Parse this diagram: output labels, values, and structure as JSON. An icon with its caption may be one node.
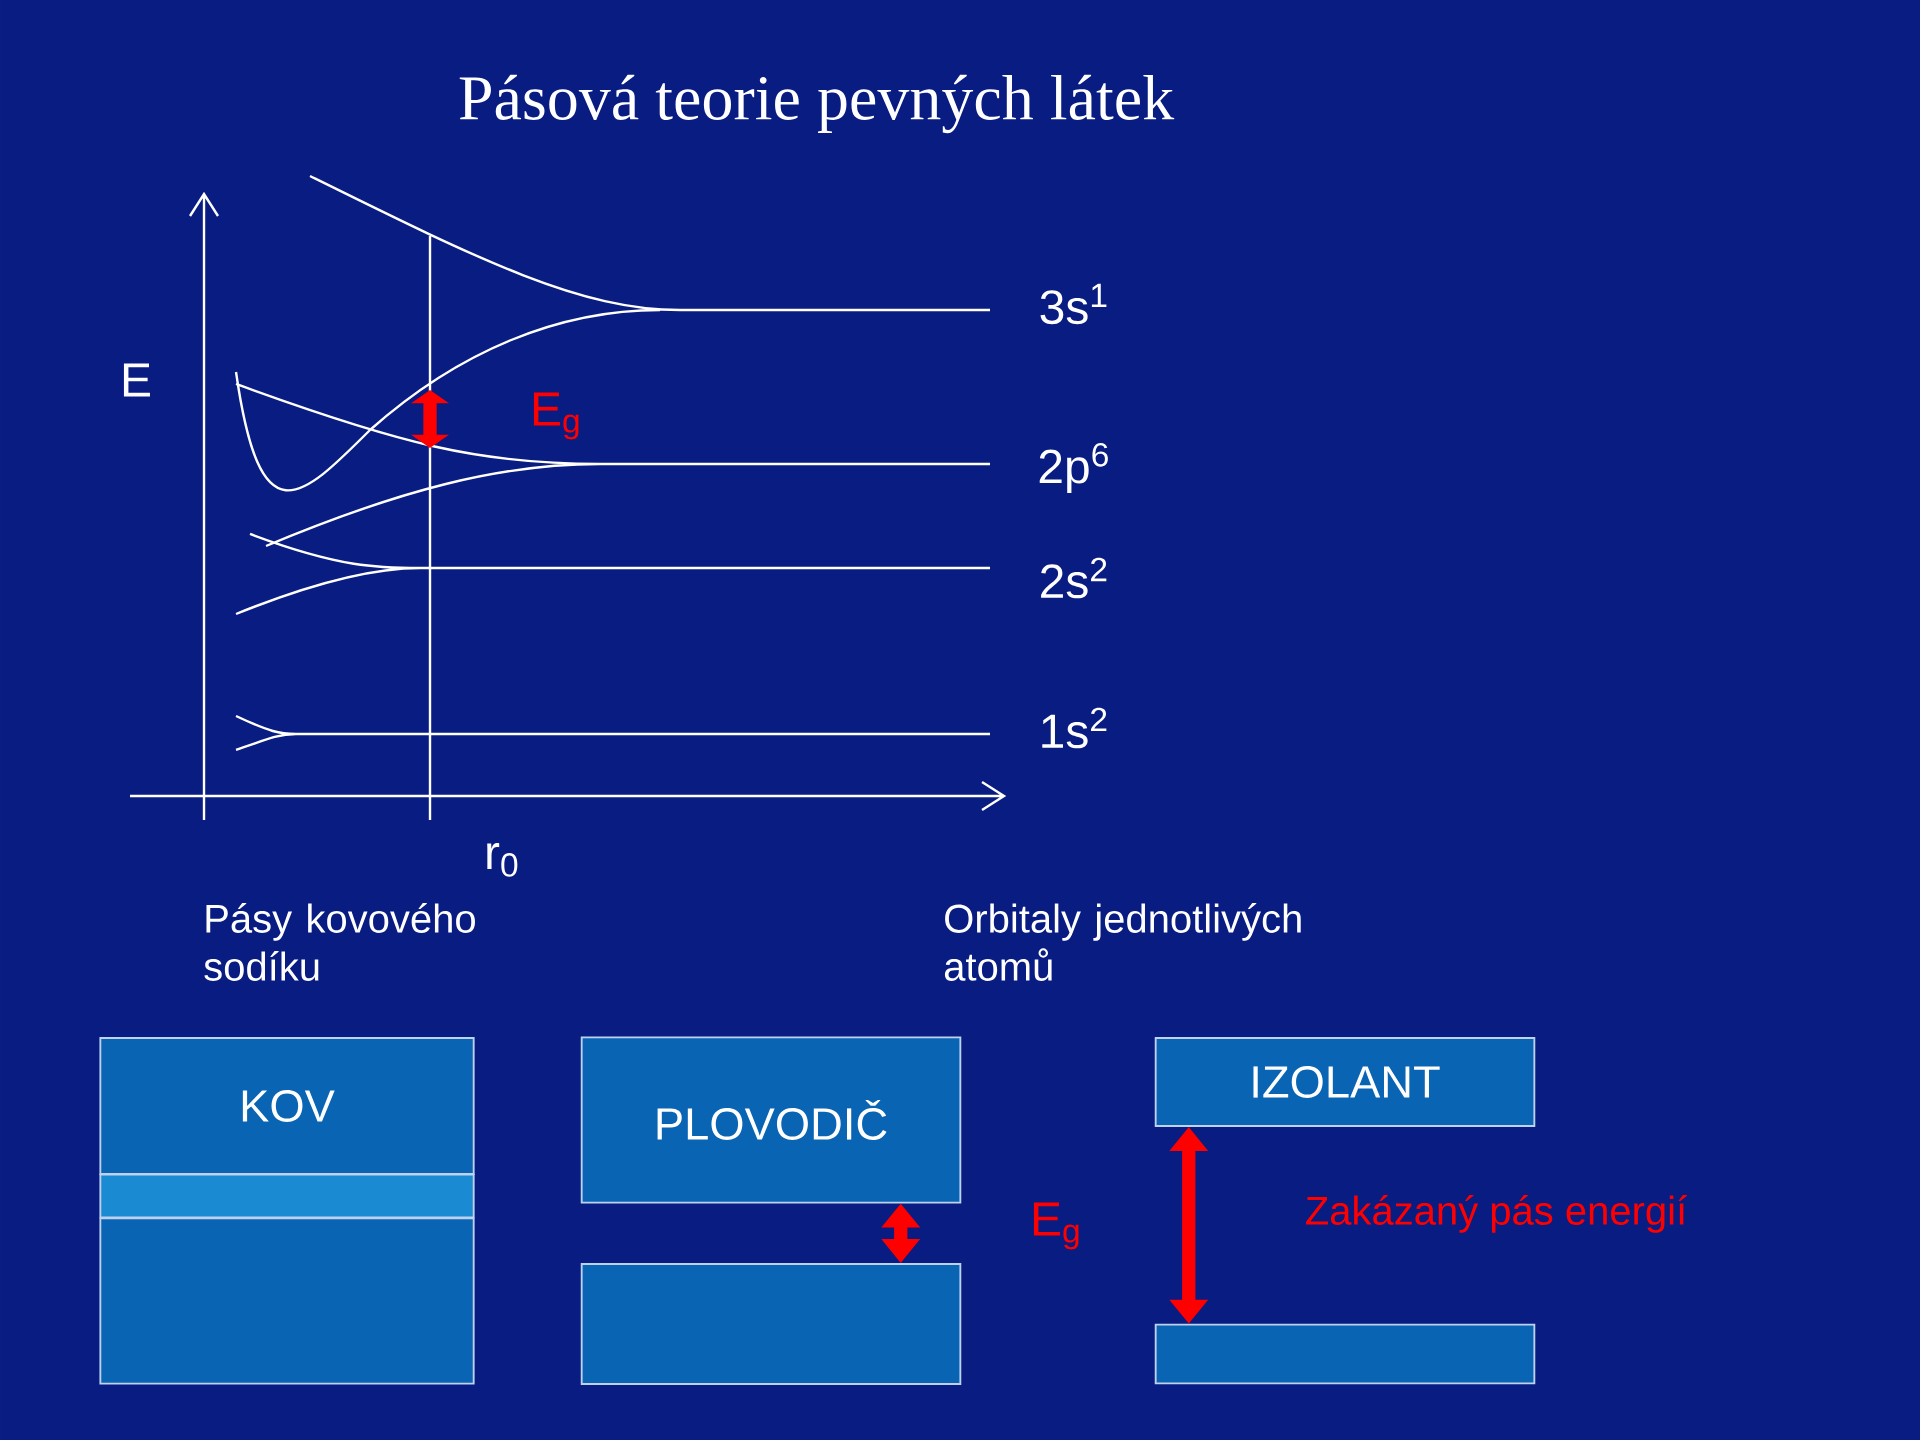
{
  "diagram": {
    "title": "Pásová teorie pevných látek",
    "nodes": [
      {
        "text": [
          "KOV"
        ]
      },
      {
        "text": [],
        "shape": "box"
      },
      {
        "text": [],
        "shape": "box"
      },
      {
        "text": [
          "PLOVODIČ"
        ]
      },
      {
        "text": [],
        "shape": "box"
      },
      {
        "text": [
          "IZOLANT"
        ]
      },
      {
        "text": [],
        "shape": "box"
      }
    ],
    "edges": [
      {
        "from": 3,
        "to": 4,
        "arrow": "both"
      },
      {
        "from": 5,
        "to": 6,
        "arrow": "both"
      }
    ],
    "labels": [
      "E",
      "E$_{g}$",
      "3s$^{1}$",
      "2p$^{6}$",
      "2s$^{2}$",
      "1s$^{2}$",
      "r$_{0}$",
      "Pásy kovového sodíku",
      "Orbitaly jednotlivých atomů",
      "E$_{g}$",
      "Zakázaný pás energií"
    ]
  }
}
